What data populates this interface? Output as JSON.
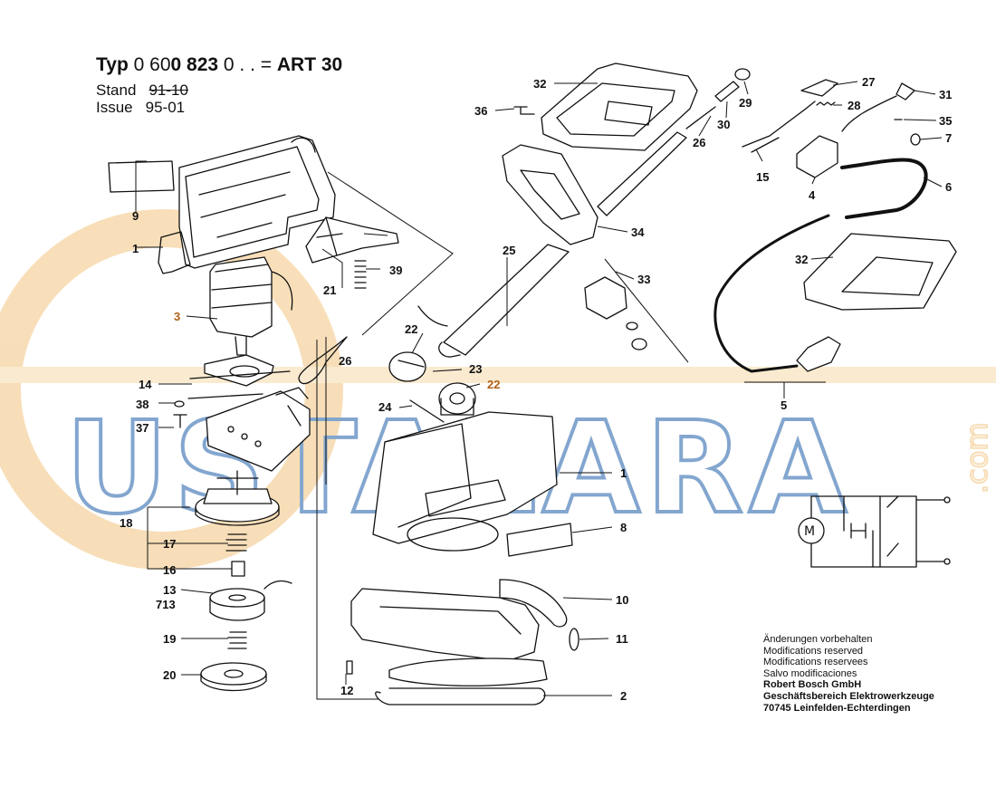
{
  "header": {
    "typ_label": "Typ",
    "typ_number": "0 60",
    "typ_bold": "0 823",
    "typ_suffix": " 0 . . = ",
    "model": "ART 30",
    "stand_label": "Stand",
    "stand_value": "91-10",
    "issue_label": "Issue",
    "issue_value": "95-01"
  },
  "watermark": {
    "text": "USTALARA",
    "suffix": ".com",
    "text_color": "#1f5fa8",
    "ring_color": "#f2c47f"
  },
  "callouts": [
    "1",
    "3",
    "9",
    "21",
    "39",
    "14",
    "38",
    "37",
    "26",
    "18",
    "17",
    "16",
    "13",
    "713",
    "19",
    "20",
    "12",
    "22",
    "23",
    "22",
    "24",
    "25",
    "1",
    "8",
    "10",
    "11",
    "2",
    "32",
    "36",
    "26",
    "30",
    "29",
    "27",
    "28",
    "15",
    "31",
    "35",
    "4",
    "7",
    "6",
    "34",
    "33",
    "32",
    "5"
  ],
  "colors": {
    "line": "#111111",
    "highlight": "#b06018",
    "background": "#ffffff"
  },
  "notes": {
    "line1": "Änderungen vorbehalten",
    "line2": "Modifications reserved",
    "line3": "Modifications reservees",
    "line4": "Salvo modificaciones",
    "company": "Robert Bosch GmbH",
    "division": "Geschäftsbereich Elektrowerkzeuge",
    "address": "70745 Leinfelden-Echterdingen"
  }
}
